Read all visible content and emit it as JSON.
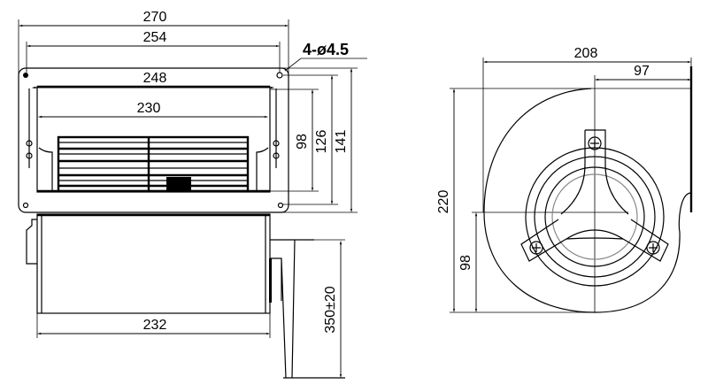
{
  "front_view": {
    "dims": {
      "overall_width": "270",
      "hole_spacing": "254",
      "housing_width": "248",
      "opening_width": "230",
      "opening_height": "98",
      "hole_spacing_vertical": "126",
      "overall_height": "141",
      "motor_width": "232",
      "cable_length": "350±20"
    },
    "holes_note": "4-ø4.5"
  },
  "side_view": {
    "dims": {
      "overall_depth": "208",
      "center_to_back": "97",
      "overall_height": "220",
      "center_height": "98"
    }
  }
}
